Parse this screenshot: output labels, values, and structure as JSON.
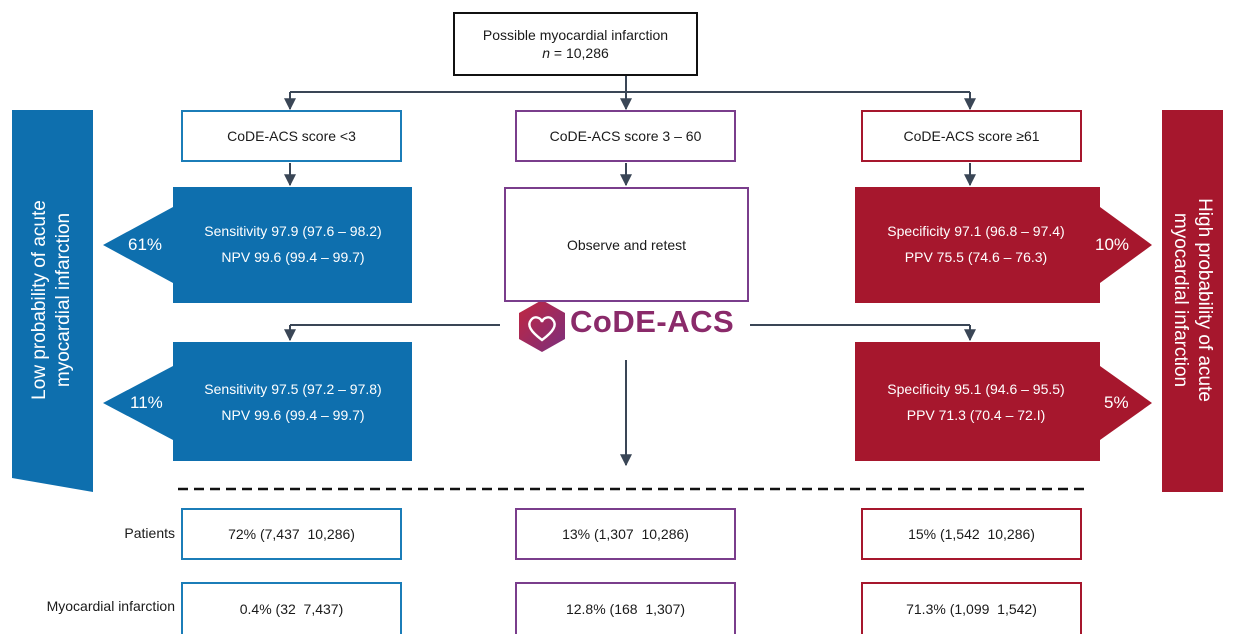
{
  "top": {
    "title": "Possible myocardial infarction",
    "n_label": "n",
    "n_value": " = 10,286"
  },
  "categories": [
    {
      "label": "CoDE-ACS score <3"
    },
    {
      "label": "CoDE-ACS score 3 – 60"
    },
    {
      "label": "CoDE-ACS score ≥61"
    }
  ],
  "first": {
    "low": {
      "line1": "Sensitivity 97.9 (97.6 – 98.2)",
      "line2": "NPV 99.6 (99.4 – 99.7)",
      "pct": "61%"
    },
    "mid": {
      "text": "Observe and retest"
    },
    "high": {
      "line1": "Specificity 97.1 (96.8 – 97.4)",
      "line2": "PPV 75.5 (74.6 – 76.3)",
      "pct": "10%"
    }
  },
  "logo": {
    "text": "CoDE-ACS"
  },
  "second": {
    "low": {
      "line1": "Sensitivity 97.5 (97.2 – 97.8)",
      "line2": "NPV 99.6 (99.4 – 99.7)",
      "pct": "11%"
    },
    "high": {
      "line1": "Specificity 95.1 (94.6 – 95.5)",
      "line2": "PPV 71.3 (70.4 – 72.I)",
      "pct": "5%"
    }
  },
  "side": {
    "left": {
      "line1": "Low probability of acute",
      "line2": "myocardial infarction"
    },
    "right": {
      "line1": "High probability of acute",
      "line2": "myocardial infarction"
    }
  },
  "table": {
    "patients_label": "Patients",
    "mi_label": "Myocardial infarction",
    "patients": [
      "72% (7,437  10,286)",
      "13% (1,307  10,286)",
      "15% (1,542  10,286)"
    ],
    "mi": [
      "0.4% (32  7,437)",
      "12.8% (168  1,307)",
      "71.3% (1,099  1,542)"
    ]
  },
  "colors": {
    "blue": "#0e6fae",
    "purple": "#7a3d8c",
    "red": "#a6172d",
    "arrow": "#3a4656"
  }
}
